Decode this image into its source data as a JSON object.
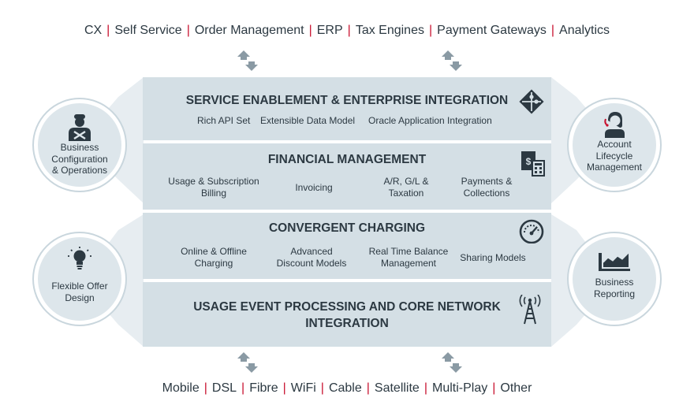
{
  "top_channels": [
    "CX",
    "Self Service",
    "Order Management",
    "ERP",
    "Tax Engines",
    "Payment Gateways",
    "Analytics"
  ],
  "bottom_channels": [
    "Mobile",
    "DSL",
    "Fibre",
    "WiFi",
    "Cable",
    "Satellite",
    "Multi-Play",
    "Other"
  ],
  "colors": {
    "accent": "#c8102e",
    "band": "#d4dfe5",
    "circle": "#dde6eb",
    "text": "#2c3942"
  },
  "bands": [
    {
      "title": "SERVICE ENABLEMENT & ENTERPRISE INTEGRATION",
      "icon": "puzzle-icon",
      "features": [
        "Rich API Set",
        "Extensible Data Model",
        "Oracle Application Integration"
      ]
    },
    {
      "title": "FINANCIAL MANAGEMENT",
      "icon": "invoice-calculator-icon",
      "features": [
        [
          "Usage & Subscription",
          "Billing"
        ],
        [
          "Invoicing"
        ],
        [
          "A/R, G/L &",
          "Taxation"
        ],
        [
          "Payments &",
          "Collections"
        ]
      ]
    },
    {
      "title": "CONVERGENT CHARGING",
      "icon": "speedometer-icon",
      "features": [
        [
          "Online & Offline",
          "Charging"
        ],
        [
          "Advanced",
          "Discount Models"
        ],
        [
          "Real Time Balance",
          "Management"
        ],
        [
          "Sharing Models"
        ]
      ]
    },
    {
      "title": [
        "USAGE EVENT PROCESSING AND CORE NETWORK",
        "INTEGRATION"
      ],
      "icon": "antenna-tower-icon"
    }
  ],
  "circles": {
    "business_config": {
      "lines": [
        "Business",
        "Configuration",
        "& Operations"
      ],
      "icon": "worker-icon"
    },
    "account_lifecycle": {
      "lines": [
        "Account",
        "Lifecycle",
        "Management"
      ],
      "icon": "headset-agent-icon"
    },
    "flexible_offer": {
      "lines": [
        "Flexible Offer",
        "Design"
      ],
      "icon": "lightbulb-icon"
    },
    "business_reporting": {
      "lines": [
        "Business",
        "Reporting"
      ],
      "icon": "chart-report-icon"
    }
  }
}
